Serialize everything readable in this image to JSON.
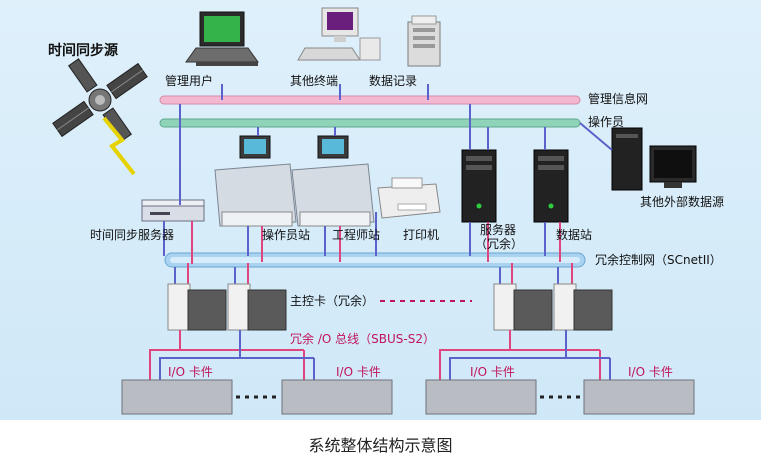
{
  "labels": {
    "time_source": "时间同步源",
    "admin_user": "管理用户",
    "other_terminal": "其他终端",
    "data_record": "数据记录",
    "mgmt_network": "管理信息网",
    "operator": "操作员",
    "other_external": "其他外部数据源",
    "time_server": "时间同步服务器",
    "operator_station": "操作员站",
    "engineer_station": "工程师站",
    "printer": "打印机",
    "server": "服务器",
    "redundant": "（冗余）",
    "data_station": "数据站",
    "control_network": "冗余控制网（SCnetII）",
    "main_card": "主控卡（冗余）",
    "io_bus": "冗余 /O 总线（SBUS-S2）",
    "io_card": "I/O 卡件",
    "caption": "系统整体结构示意图"
  },
  "colors": {
    "mgmt_bus": "#f3b7cf",
    "op_bus": "#8fd3b8",
    "control_bus": "#a9d3f0",
    "wire_blue": "#5b62c9",
    "wire_pink": "#e0457f",
    "text_red": "#c0145a"
  }
}
